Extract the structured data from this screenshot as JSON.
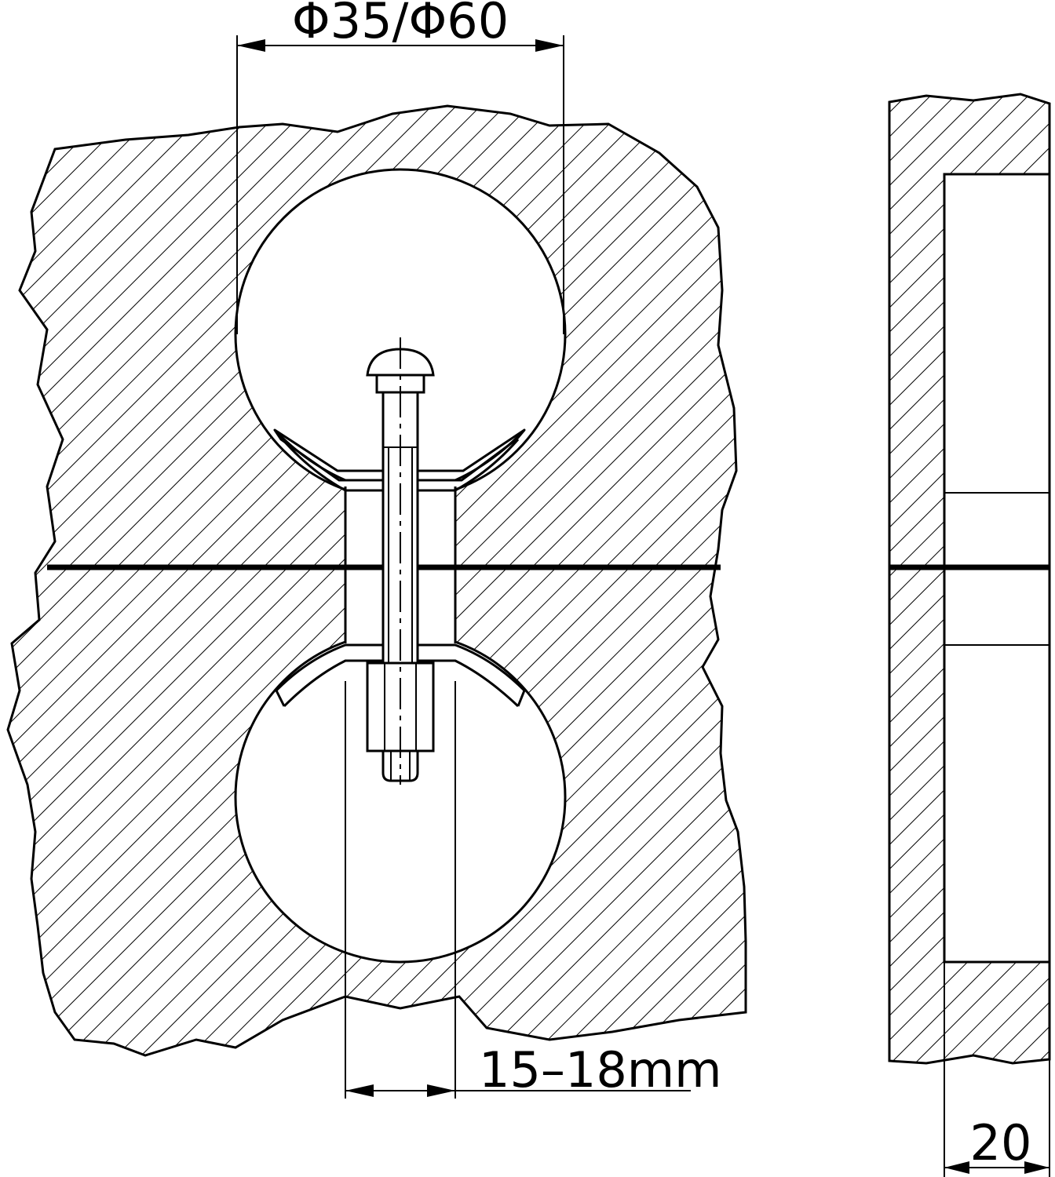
{
  "drawing": {
    "dim_diameter": "Φ35/Φ60",
    "dim_gap": "15–18mm",
    "dim_depth": "20"
  },
  "colors": {
    "line": "#000000",
    "background": "#ffffff"
  }
}
